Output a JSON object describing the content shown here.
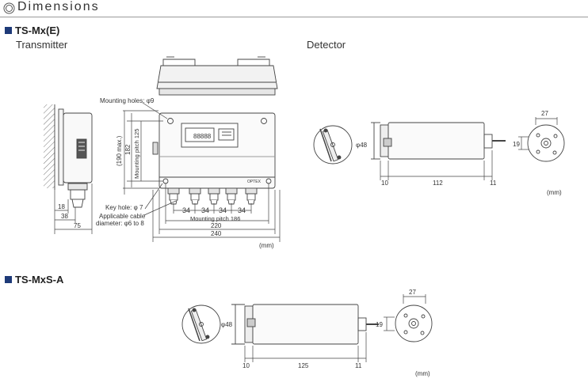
{
  "header": {
    "title": "Dimensions",
    "icon": "double-circle-icon"
  },
  "section_1": {
    "title": "TS-Mx(E)",
    "transmitter_label": "Transmitter",
    "detector_label": "Detector",
    "transmitter": {
      "mounting_holes": "Mounting holes: φ9",
      "key_hole": "Key hole: φ 7",
      "applicable_cable_1": "Applicable cable",
      "applicable_cable_2": "diameter: φ6 to 8",
      "mounting_pitch_h": "Mounting pitch 186",
      "mounting_pitch_v": "Mounting pitch 125",
      "dim_190": "(190 max.)",
      "dim_182": "182",
      "dim_34": "34",
      "dim_220": "220",
      "dim_240": "240",
      "dim_18": "18",
      "dim_38": "38",
      "dim_75": "75",
      "display_value": "88888",
      "brand": "OPTEX",
      "unit": "(mm)"
    },
    "detector": {
      "dia": "φ48",
      "dim_10": "10",
      "dim_112": "112",
      "dim_11": "11",
      "dim_27": "27",
      "dim_19": "19",
      "unit": "(mm)"
    }
  },
  "section_2": {
    "title": "TS-MxS-A",
    "detector": {
      "dia": "φ48",
      "dim_10": "10",
      "dim_125": "125",
      "dim_11": "11",
      "dim_27": "27",
      "dim_19": "19",
      "unit": "(mm)"
    }
  }
}
